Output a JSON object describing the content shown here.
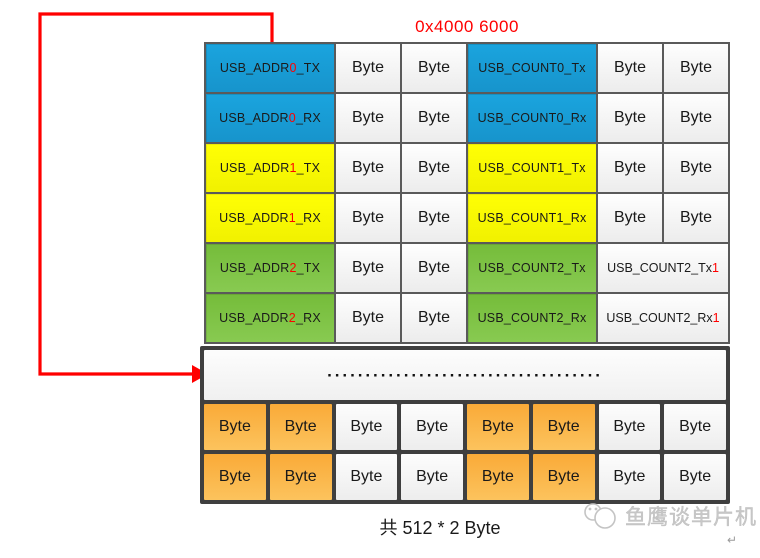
{
  "title": "0x4000 6000",
  "labels": {
    "byte": "Byte"
  },
  "registers": {
    "rows": [
      {
        "addr": {
          "pre": "USB_ADDR",
          "num": "0",
          "suf": "_TX"
        },
        "count": "USB_COUNT0_Tx"
      },
      {
        "addr": {
          "pre": "USB_ADDR",
          "num": "0",
          "suf": "_RX"
        },
        "count": "USB_COUNT0_Rx"
      },
      {
        "addr": {
          "pre": "USB_ADDR",
          "num": "1",
          "suf": "_TX"
        },
        "count": "USB_COUNT1_Tx"
      },
      {
        "addr": {
          "pre": "USB_ADDR",
          "num": "1",
          "suf": "_RX"
        },
        "count": "USB_COUNT1_Rx"
      },
      {
        "addr": {
          "pre": "USB_ADDR",
          "num": "2",
          "suf": "_TX"
        },
        "count": "USB_COUNT2_Tx",
        "merged": {
          "pre": "USB_COUNT2_Tx",
          "num": "1"
        }
      },
      {
        "addr": {
          "pre": "USB_ADDR",
          "num": "2",
          "suf": "_RX"
        },
        "count": "USB_COUNT2_Rx",
        "merged": {
          "pre": "USB_COUNT2_Rx",
          "num": "1"
        }
      }
    ]
  },
  "buffer": {
    "dots": "····································"
  },
  "caption": "共 512 * 2 Byte",
  "watermark": {
    "text": "鱼鹰谈单片机",
    "return_mark": "↵"
  },
  "colors": {
    "blue": "#189CD7",
    "yellow": "#FFFF00",
    "green": "#7CC142",
    "orange": "#FBB142",
    "red": "#FF0000",
    "grid": "#5A5A5A",
    "frame": "#3F3F3F",
    "watermark": "#C8C8C8"
  }
}
